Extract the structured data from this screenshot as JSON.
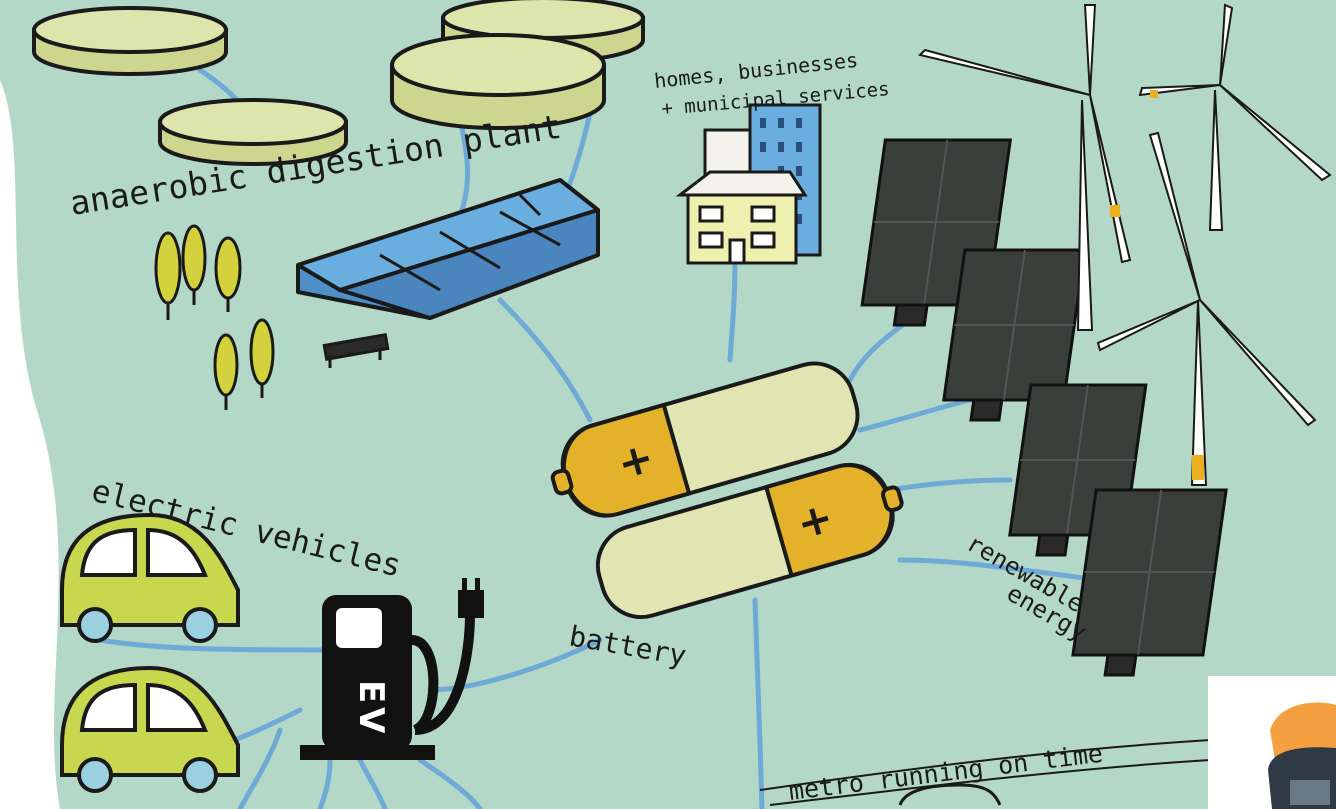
{
  "labels": {
    "anaerobic": "anaerobic digestion plant",
    "homes_line1": "homes, businesses",
    "homes_line2": "+ municipal services",
    "ev_title": "electric vehicles",
    "battery": "battery",
    "renewable_line1": "renewable",
    "renewable_line2": "energy",
    "metro": "metro running on time",
    "ev_sign": "E V"
  },
  "colors": {
    "background": "#b4d8c8",
    "line": "#6fa9d6",
    "tank": "#d8e2a8",
    "roof": "#5b9fd6",
    "battery_body": "#e0e5b2",
    "battery_cap": "#e4b22a",
    "car": "#c8d84e",
    "solar": "#3a3f3c",
    "turbine_tip": "#e8b020"
  }
}
